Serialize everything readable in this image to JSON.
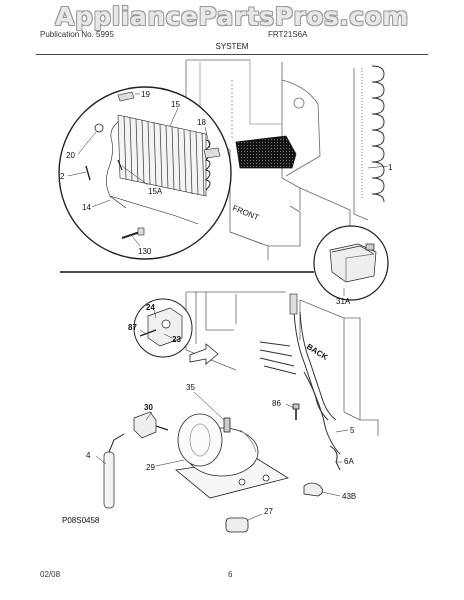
{
  "header": {
    "watermark": "AppliancePartsPros.com",
    "left_text": "Publication No. 5995",
    "right_text": "FRT21S6A",
    "section_title": "SYSTEM"
  },
  "diagram": {
    "labels": {
      "l19": "19",
      "l15": "15",
      "l18": "18",
      "l20": "20",
      "l2": "2",
      "l15a": "15A",
      "l14": "14",
      "l130": "130",
      "l1": "1",
      "l31a": "31A",
      "l24": "24",
      "l87": "87",
      "l23": "23",
      "l35": "35",
      "l86": "86",
      "l30": "30",
      "l5": "5",
      "l4": "4",
      "l29": "29",
      "l6": "6A",
      "l43b": "43B",
      "l27": "27"
    },
    "front_text": "FRONT",
    "back_text": "BACK",
    "drawing_code": "P08S0458"
  },
  "footer": {
    "date": "02/08",
    "page": "6"
  }
}
